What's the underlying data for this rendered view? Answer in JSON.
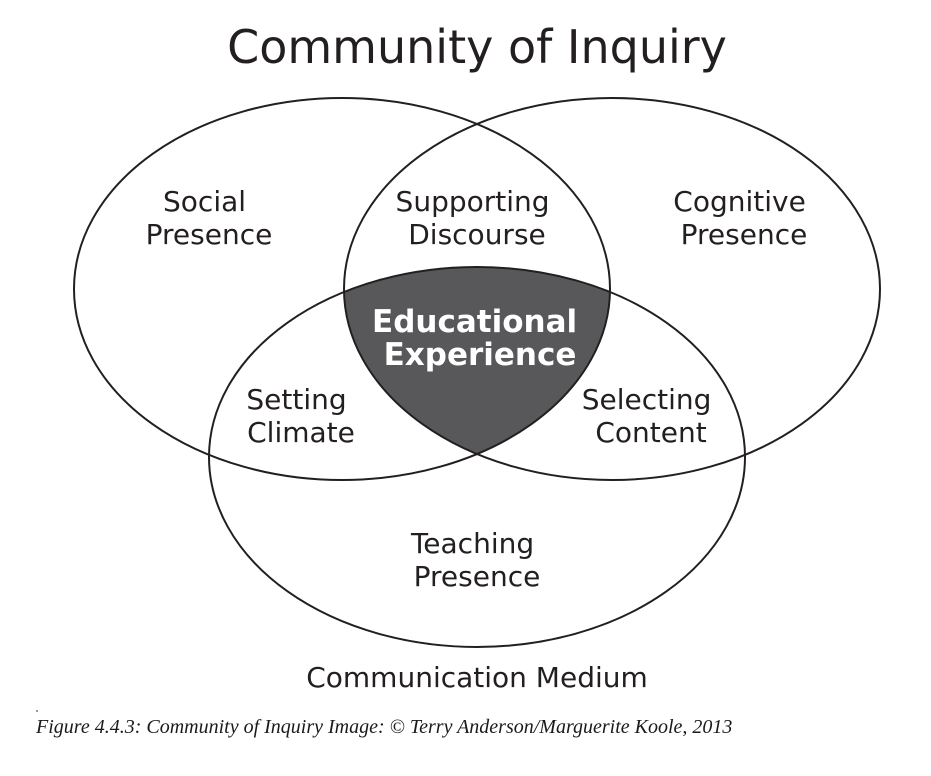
{
  "diagram": {
    "title": "Community of Inquiry",
    "circles": {
      "social": [
        "Social",
        "Presence"
      ],
      "cognitive": [
        "Cognitive",
        "Presence"
      ],
      "teaching": [
        "Teaching",
        "Presence"
      ]
    },
    "overlaps": {
      "social_cognitive": [
        "Supporting",
        "Discourse"
      ],
      "social_teaching": [
        "Setting",
        "Climate"
      ],
      "cognitive_teaching": [
        "Selecting",
        "Content"
      ]
    },
    "center": [
      "Educational",
      "Experience"
    ],
    "medium": "Communication Medium",
    "colors": {
      "stroke": "#231f20",
      "center_fill": "#58585a",
      "center_text": "#ffffff"
    }
  },
  "caption": "Figure 4.4.3: Community of Inquiry Image: © Terry Anderson/Marguerite Koole, 2013"
}
